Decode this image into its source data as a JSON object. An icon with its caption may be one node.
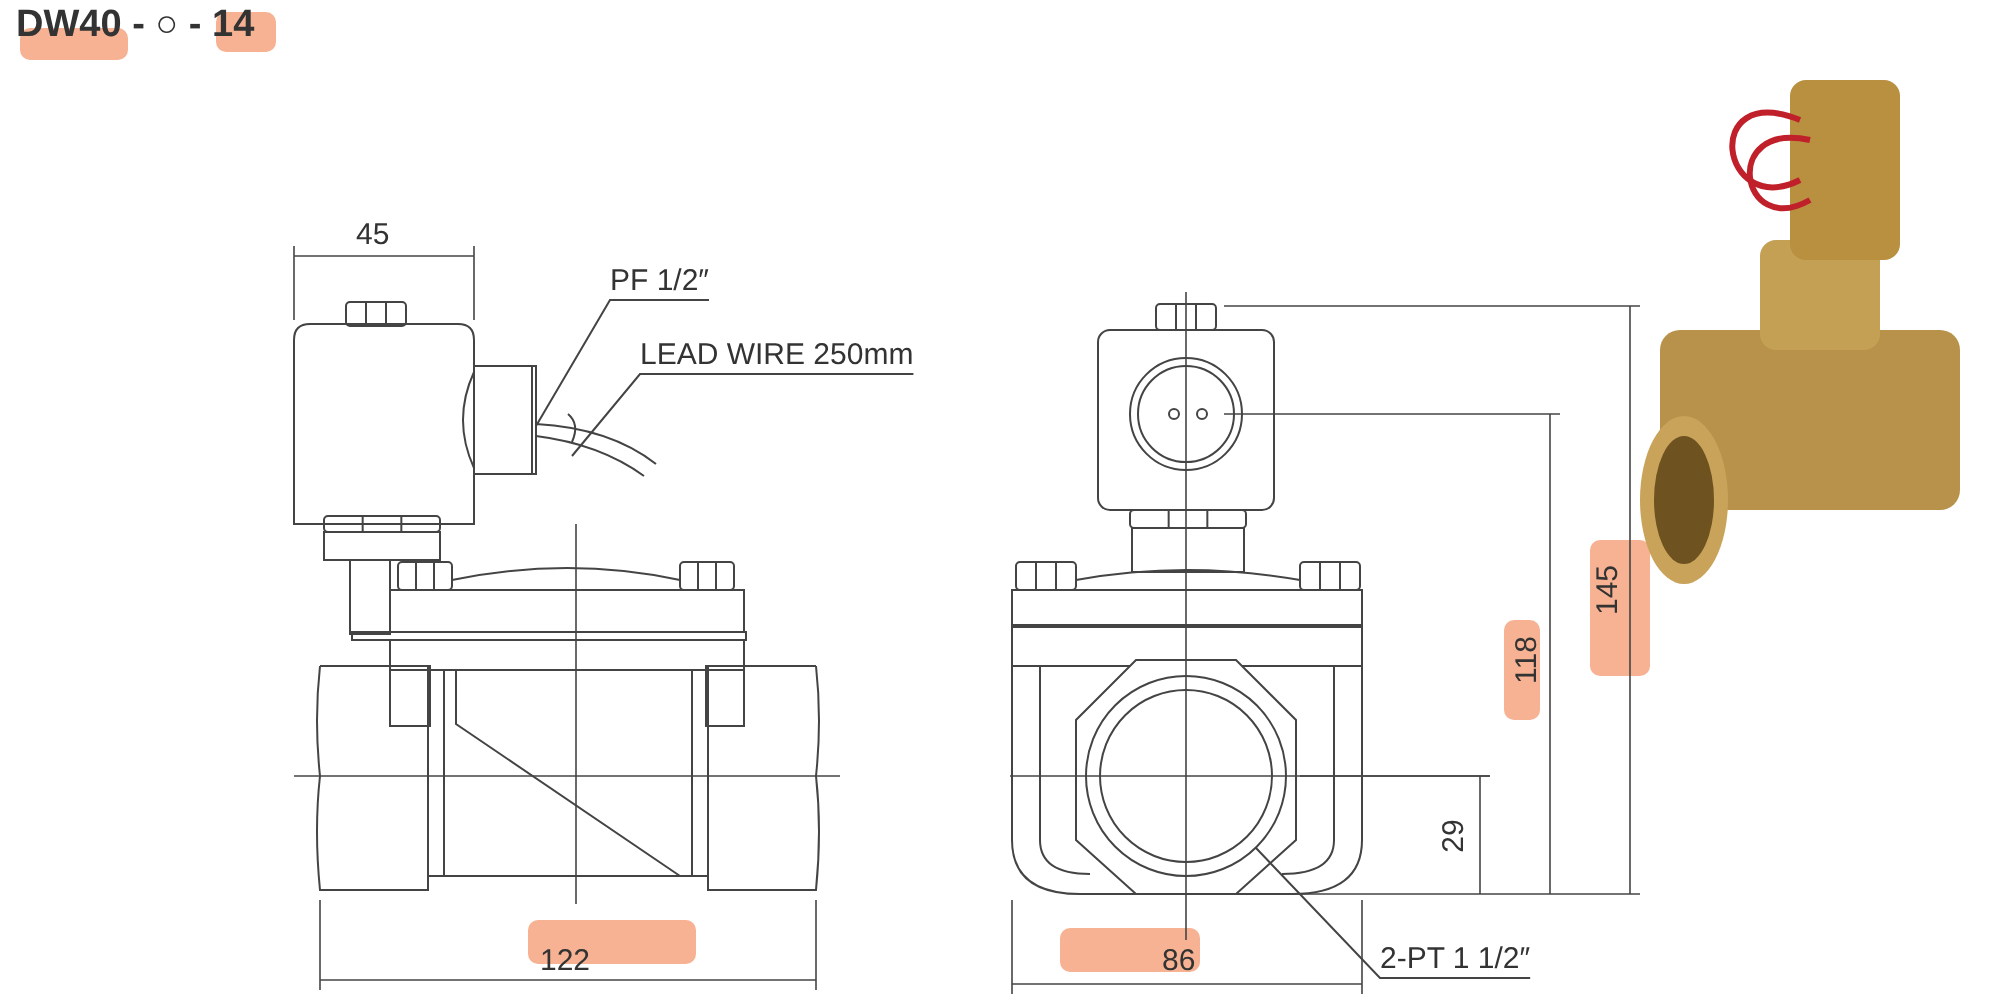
{
  "diagram": {
    "title": "DW40 - ○ - 14",
    "nodes": [
      {
        "text": [
          "PF 1/2″"
        ]
      },
      {
        "text": [
          "LEAD WIRE 250mm"
        ]
      },
      {
        "text": [
          "2-PT 1 1/2″"
        ]
      }
    ],
    "edges": [
      {
        "from": 0,
        "to": null,
        "arrow": "none"
      },
      {
        "from": 1,
        "to": null,
        "arrow": "none"
      },
      {
        "from": 2,
        "to": null,
        "arrow": "none"
      }
    ],
    "labels": [
      "45",
      "122",
      "86",
      "29",
      "118",
      "145"
    ]
  }
}
